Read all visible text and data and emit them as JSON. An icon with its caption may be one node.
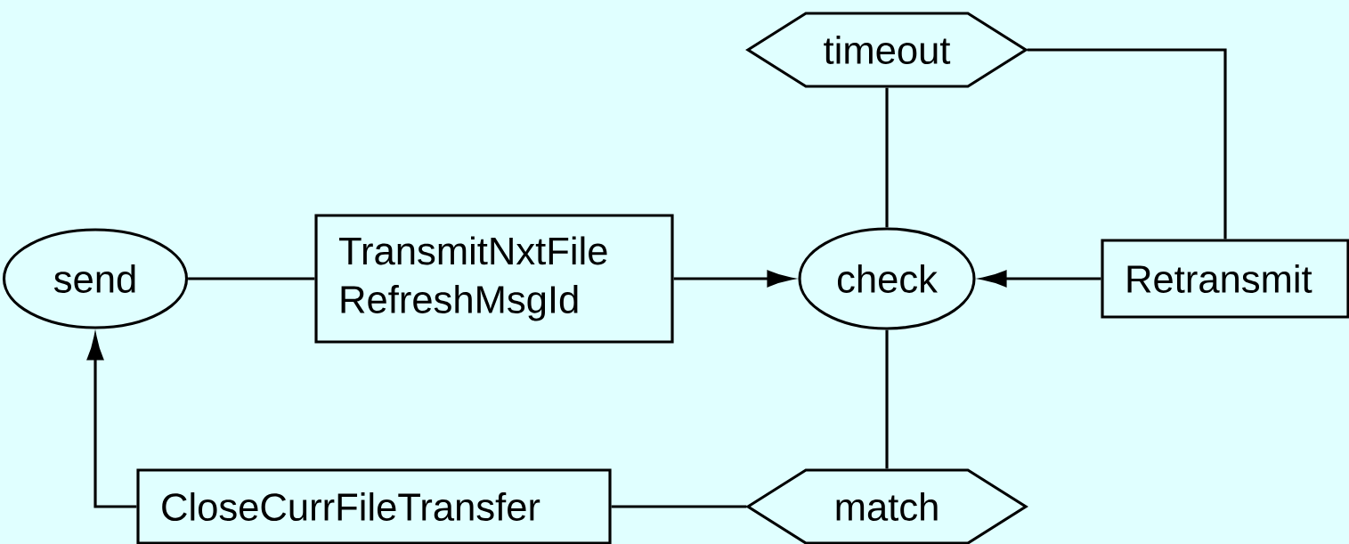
{
  "diagram": {
    "nodes": [
      {
        "text": [
          "send"
        ]
      },
      {
        "text": [
          "TransmitNxtFile RefreshMsgId"
        ]
      },
      {
        "text": [
          "check"
        ]
      },
      {
        "text": [
          "Retransmit"
        ]
      },
      {
        "text": [
          "timeout"
        ]
      },
      {
        "text": [
          "match"
        ]
      },
      {
        "text": [
          "CloseCurrFileTransfer"
        ]
      }
    ],
    "edges": [
      {
        "from": 0,
        "to": 1,
        "arrow": "none"
      },
      {
        "from": 1,
        "to": 2,
        "arrow": "to"
      },
      {
        "from": 3,
        "to": 2,
        "arrow": "to"
      },
      {
        "from": 2,
        "to": 4,
        "arrow": "none"
      },
      {
        "from": 4,
        "to": 3,
        "arrow": "none"
      },
      {
        "from": 2,
        "to": 5,
        "arrow": "none"
      },
      {
        "from": 5,
        "to": 6,
        "arrow": "none"
      },
      {
        "from": 6,
        "to": 0,
        "arrow": "to"
      }
    ]
  }
}
